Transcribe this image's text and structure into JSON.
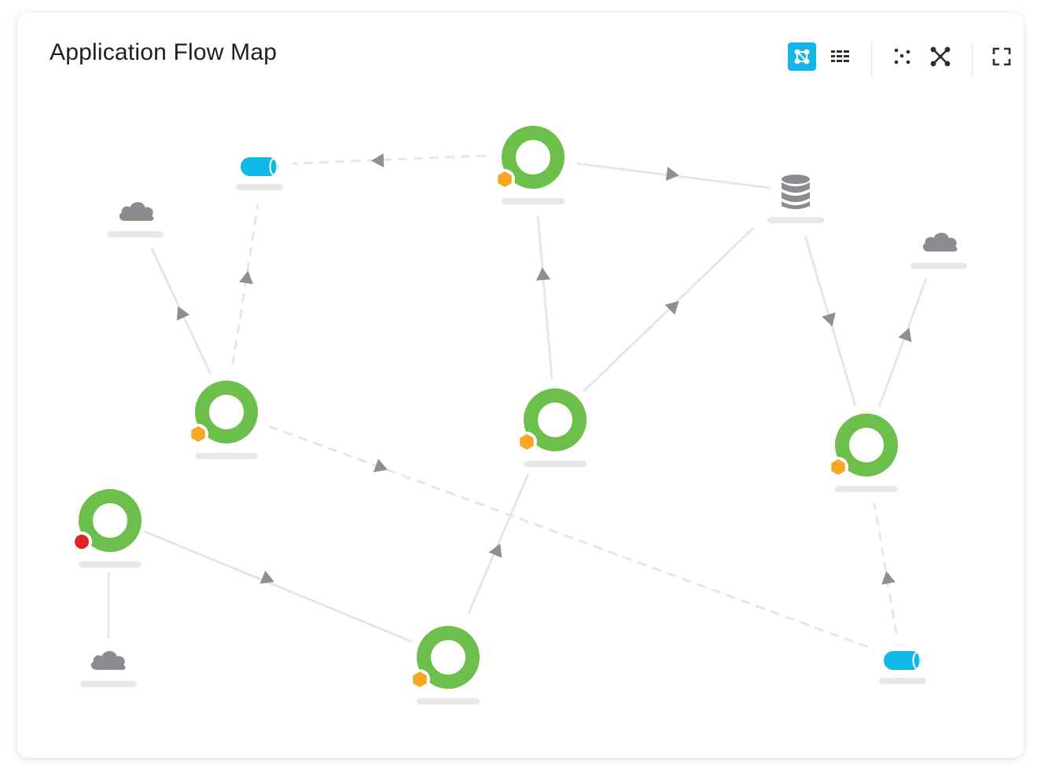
{
  "header": {
    "title": "Application Flow Map"
  },
  "toolbar": {
    "tools": [
      {
        "name": "flow-view",
        "icon": "flow-map-icon",
        "active": true
      },
      {
        "name": "grid-view",
        "icon": "grid-icon",
        "active": false
      },
      {
        "name": "scatter-layout",
        "icon": "scatter-layout-icon",
        "active": false
      },
      {
        "name": "hub-layout",
        "icon": "hub-layout-icon",
        "active": false
      },
      {
        "name": "fullscreen",
        "icon": "fullscreen-icon",
        "active": false
      }
    ]
  },
  "colors": {
    "app_ring": "#6cbf4a",
    "warning": "#f5a623",
    "critical": "#e02424",
    "queue": "#11b7e6",
    "cloud": "#8a8c90",
    "database": "#8a8c90",
    "edge": "#e4e6ea",
    "arrow": "#8c8f94",
    "label_placeholder": "#e6e8eb",
    "accent": "#11b7e6"
  },
  "nodes": [
    {
      "id": "app-top",
      "type": "app",
      "status": "warning"
    },
    {
      "id": "queue-top",
      "type": "queue"
    },
    {
      "id": "db",
      "type": "database"
    },
    {
      "id": "cloud-left",
      "type": "cloud"
    },
    {
      "id": "cloud-right",
      "type": "cloud"
    },
    {
      "id": "app-left",
      "type": "app",
      "status": "warning"
    },
    {
      "id": "app-center",
      "type": "app",
      "status": "warning"
    },
    {
      "id": "app-right",
      "type": "app",
      "status": "warning"
    },
    {
      "id": "app-bottom-left",
      "type": "app",
      "status": "critical"
    },
    {
      "id": "cloud-bottom",
      "type": "cloud"
    },
    {
      "id": "app-bottom",
      "type": "app",
      "status": "warning"
    },
    {
      "id": "queue-bottom",
      "type": "queue"
    }
  ],
  "edges": [
    {
      "from": "app-top",
      "to": "queue-top",
      "style": "dashed"
    },
    {
      "from": "app-top",
      "to": "db",
      "style": "solid"
    },
    {
      "from": "app-left",
      "to": "queue-top",
      "style": "dashed"
    },
    {
      "from": "app-left",
      "to": "cloud-left",
      "style": "solid"
    },
    {
      "from": "app-center",
      "to": "app-top",
      "style": "solid"
    },
    {
      "from": "app-center",
      "to": "db",
      "style": "solid"
    },
    {
      "from": "db",
      "to": "app-right",
      "style": "solid"
    },
    {
      "from": "app-right",
      "to": "cloud-right",
      "style": "solid"
    },
    {
      "from": "app-left",
      "to": "queue-bottom",
      "style": "dashed"
    },
    {
      "from": "queue-bottom",
      "to": "app-right",
      "style": "dashed"
    },
    {
      "from": "app-bottom",
      "to": "app-center",
      "style": "solid"
    },
    {
      "from": "app-bottom-left",
      "to": "app-bottom",
      "style": "solid"
    },
    {
      "from": "app-bottom-left",
      "to": "cloud-bottom",
      "style": "none"
    }
  ]
}
